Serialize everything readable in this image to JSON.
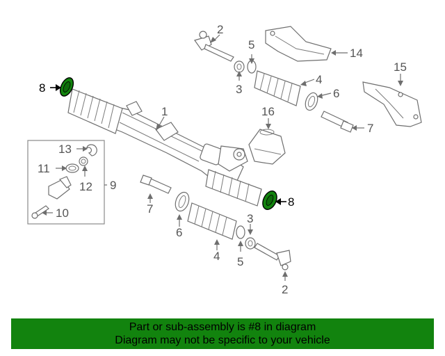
{
  "callouts": {
    "c1": "1",
    "c2a": "2",
    "c2b": "2",
    "c3a": "3",
    "c3b": "3",
    "c4a": "4",
    "c4b": "4",
    "c5a": "5",
    "c5b": "5",
    "c6a": "6",
    "c6b": "6",
    "c7a": "7",
    "c7b": "7",
    "c8a": "8",
    "c8b": "8",
    "c9": "9",
    "c10": "10",
    "c11": "11",
    "c12": "12",
    "c13": "13",
    "c14": "14",
    "c15": "15",
    "c16": "16"
  },
  "colors": {
    "highlight": "#12830e",
    "banner": "#12830e"
  },
  "banner": {
    "line1": "Part or sub-assembly is #8 in diagram",
    "line2": "Diagram may not be specific to your vehicle"
  }
}
